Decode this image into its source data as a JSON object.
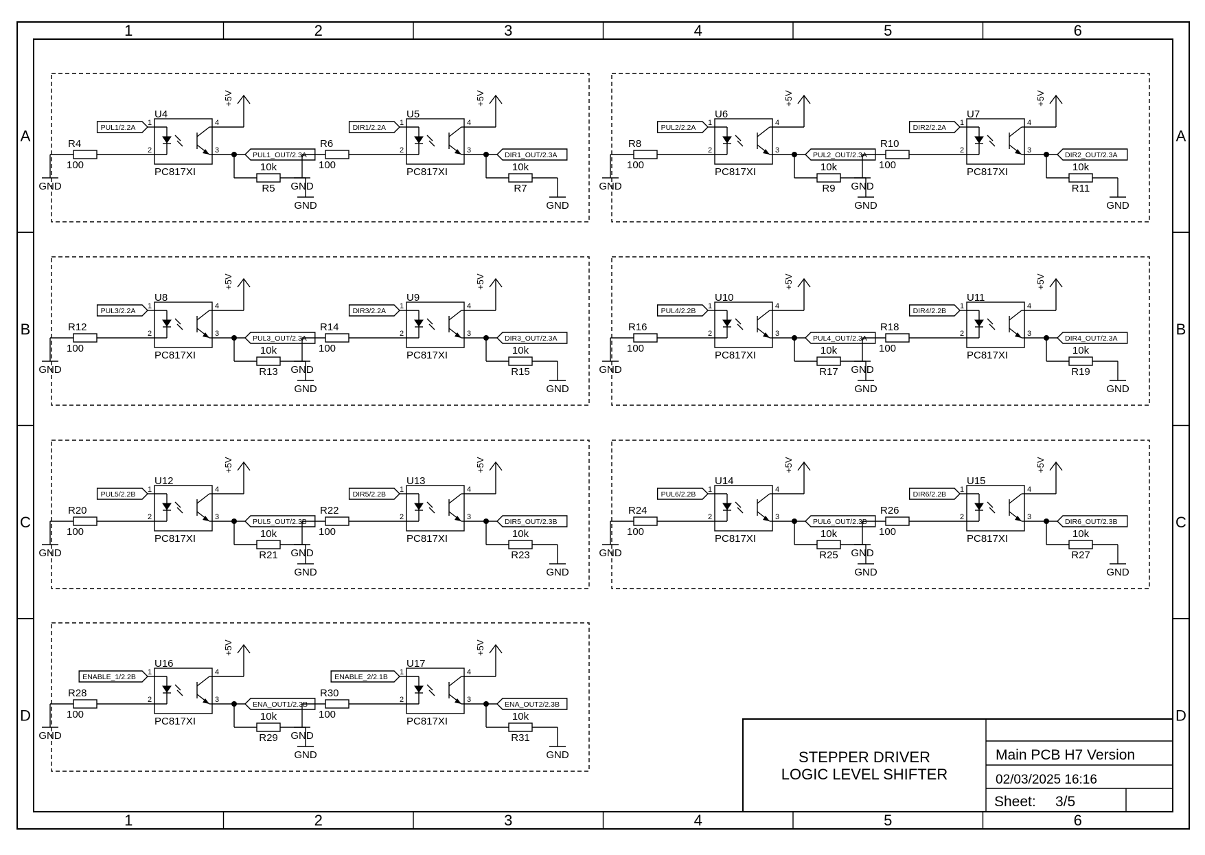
{
  "sheet": {
    "columns": [
      "1",
      "2",
      "3",
      "4",
      "5",
      "6"
    ],
    "rows": [
      "A",
      "B",
      "C",
      "D"
    ]
  },
  "blocks": [
    {
      "chans": [
        {
          "u": "U4",
          "rin": "R4",
          "rpd": "R5",
          "in": "PUL1/2.2A",
          "out": "PUL1_OUT/2.3A"
        },
        {
          "u": "U5",
          "rin": "R6",
          "rpd": "R7",
          "in": "DIR1/2.2A",
          "out": "DIR1_OUT/2.3A"
        }
      ]
    },
    {
      "chans": [
        {
          "u": "U6",
          "rin": "R8",
          "rpd": "R9",
          "in": "PUL2/2.2A",
          "out": "PUL2_OUT/2.3A"
        },
        {
          "u": "U7",
          "rin": "R10",
          "rpd": "R11",
          "in": "DIR2/2.2A",
          "out": "DIR2_OUT/2.3A"
        }
      ]
    },
    {
      "chans": [
        {
          "u": "U8",
          "rin": "R12",
          "rpd": "R13",
          "in": "PUL3/2.2A",
          "out": "PUL3_OUT/2.3A"
        },
        {
          "u": "U9",
          "rin": "R14",
          "rpd": "R15",
          "in": "DIR3/2.2A",
          "out": "DIR3_OUT/2.3A"
        }
      ]
    },
    {
      "chans": [
        {
          "u": "U10",
          "rin": "R16",
          "rpd": "R17",
          "in": "PUL4/2.2B",
          "out": "PUL4_OUT/2.3A"
        },
        {
          "u": "U11",
          "rin": "R18",
          "rpd": "R19",
          "in": "DIR4/2.2B",
          "out": "DIR4_OUT/2.3A"
        }
      ]
    },
    {
      "chans": [
        {
          "u": "U12",
          "rin": "R20",
          "rpd": "R21",
          "in": "PUL5/2.2B",
          "out": "PUL5_OUT/2.3B"
        },
        {
          "u": "U13",
          "rin": "R22",
          "rpd": "R23",
          "in": "DIR5/2.2B",
          "out": "DIR5_OUT/2.3B"
        }
      ]
    },
    {
      "chans": [
        {
          "u": "U14",
          "rin": "R24",
          "rpd": "R25",
          "in": "PUL6/2.2B",
          "out": "PUL6_OUT/2.3B"
        },
        {
          "u": "U15",
          "rin": "R26",
          "rpd": "R27",
          "in": "DIR6/2.2B",
          "out": "DIR6_OUT/2.3B"
        }
      ]
    },
    {
      "chans": [
        {
          "u": "U16",
          "rin": "R28",
          "rpd": "R29",
          "in": "ENABLE_1/2.2B",
          "out": "ENA_OUT1/2.3B"
        },
        {
          "u": "U17",
          "rin": "R30",
          "rpd": "R31",
          "in": "ENABLE_2/2.1B",
          "out": "ENA_OUT2/2.3B"
        }
      ]
    }
  ],
  "common": {
    "part": "PC817XI",
    "rin_value": "100",
    "rpd_value": "10k",
    "supply": "+5V",
    "ground": "GND",
    "pins": [
      "1",
      "2",
      "3",
      "4"
    ]
  },
  "title_block": {
    "title_line1": "STEPPER DRIVER",
    "title_line2": "LOGIC LEVEL SHIFTER",
    "project": "Main PCB H7 Version",
    "date": "02/03/2025 16:16",
    "sheet_label": "Sheet:",
    "sheet_value": "3/5"
  }
}
